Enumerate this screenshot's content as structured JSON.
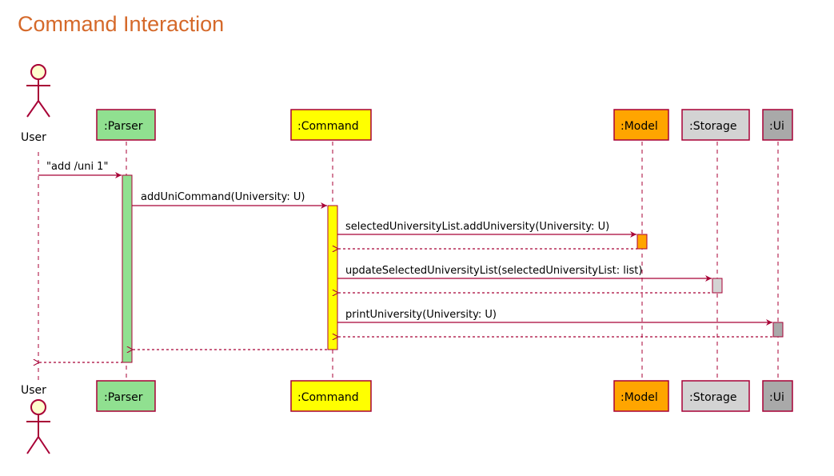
{
  "title": "Command Interaction",
  "colors": {
    "title": "#d5692a",
    "arrow": "#a80036",
    "border": "#a80036",
    "parser": "#90e090",
    "command": "#ffff00",
    "model": "#ffa500",
    "storage": "#d3d3d3",
    "ui": "#a9a9a9",
    "actor_fill": "#fefece"
  },
  "participants": {
    "user": {
      "label": "User"
    },
    "parser": {
      "label": ":Parser"
    },
    "command": {
      "label": ":Command"
    },
    "model": {
      "label": ":Model"
    },
    "storage": {
      "label": ":Storage"
    },
    "ui": {
      "label": ":Ui"
    }
  },
  "messages": {
    "m1": {
      "label": "\"add /uni 1\""
    },
    "m2": {
      "label": "addUniCommand(University: U)"
    },
    "m3": {
      "label": "selectedUniversityList.addUniversity(University: U)"
    },
    "m4": {
      "label": "updateSelectedUniversityList(selectedUniversityList: list)"
    },
    "m5": {
      "label": "printUniversity(University: U)"
    }
  }
}
